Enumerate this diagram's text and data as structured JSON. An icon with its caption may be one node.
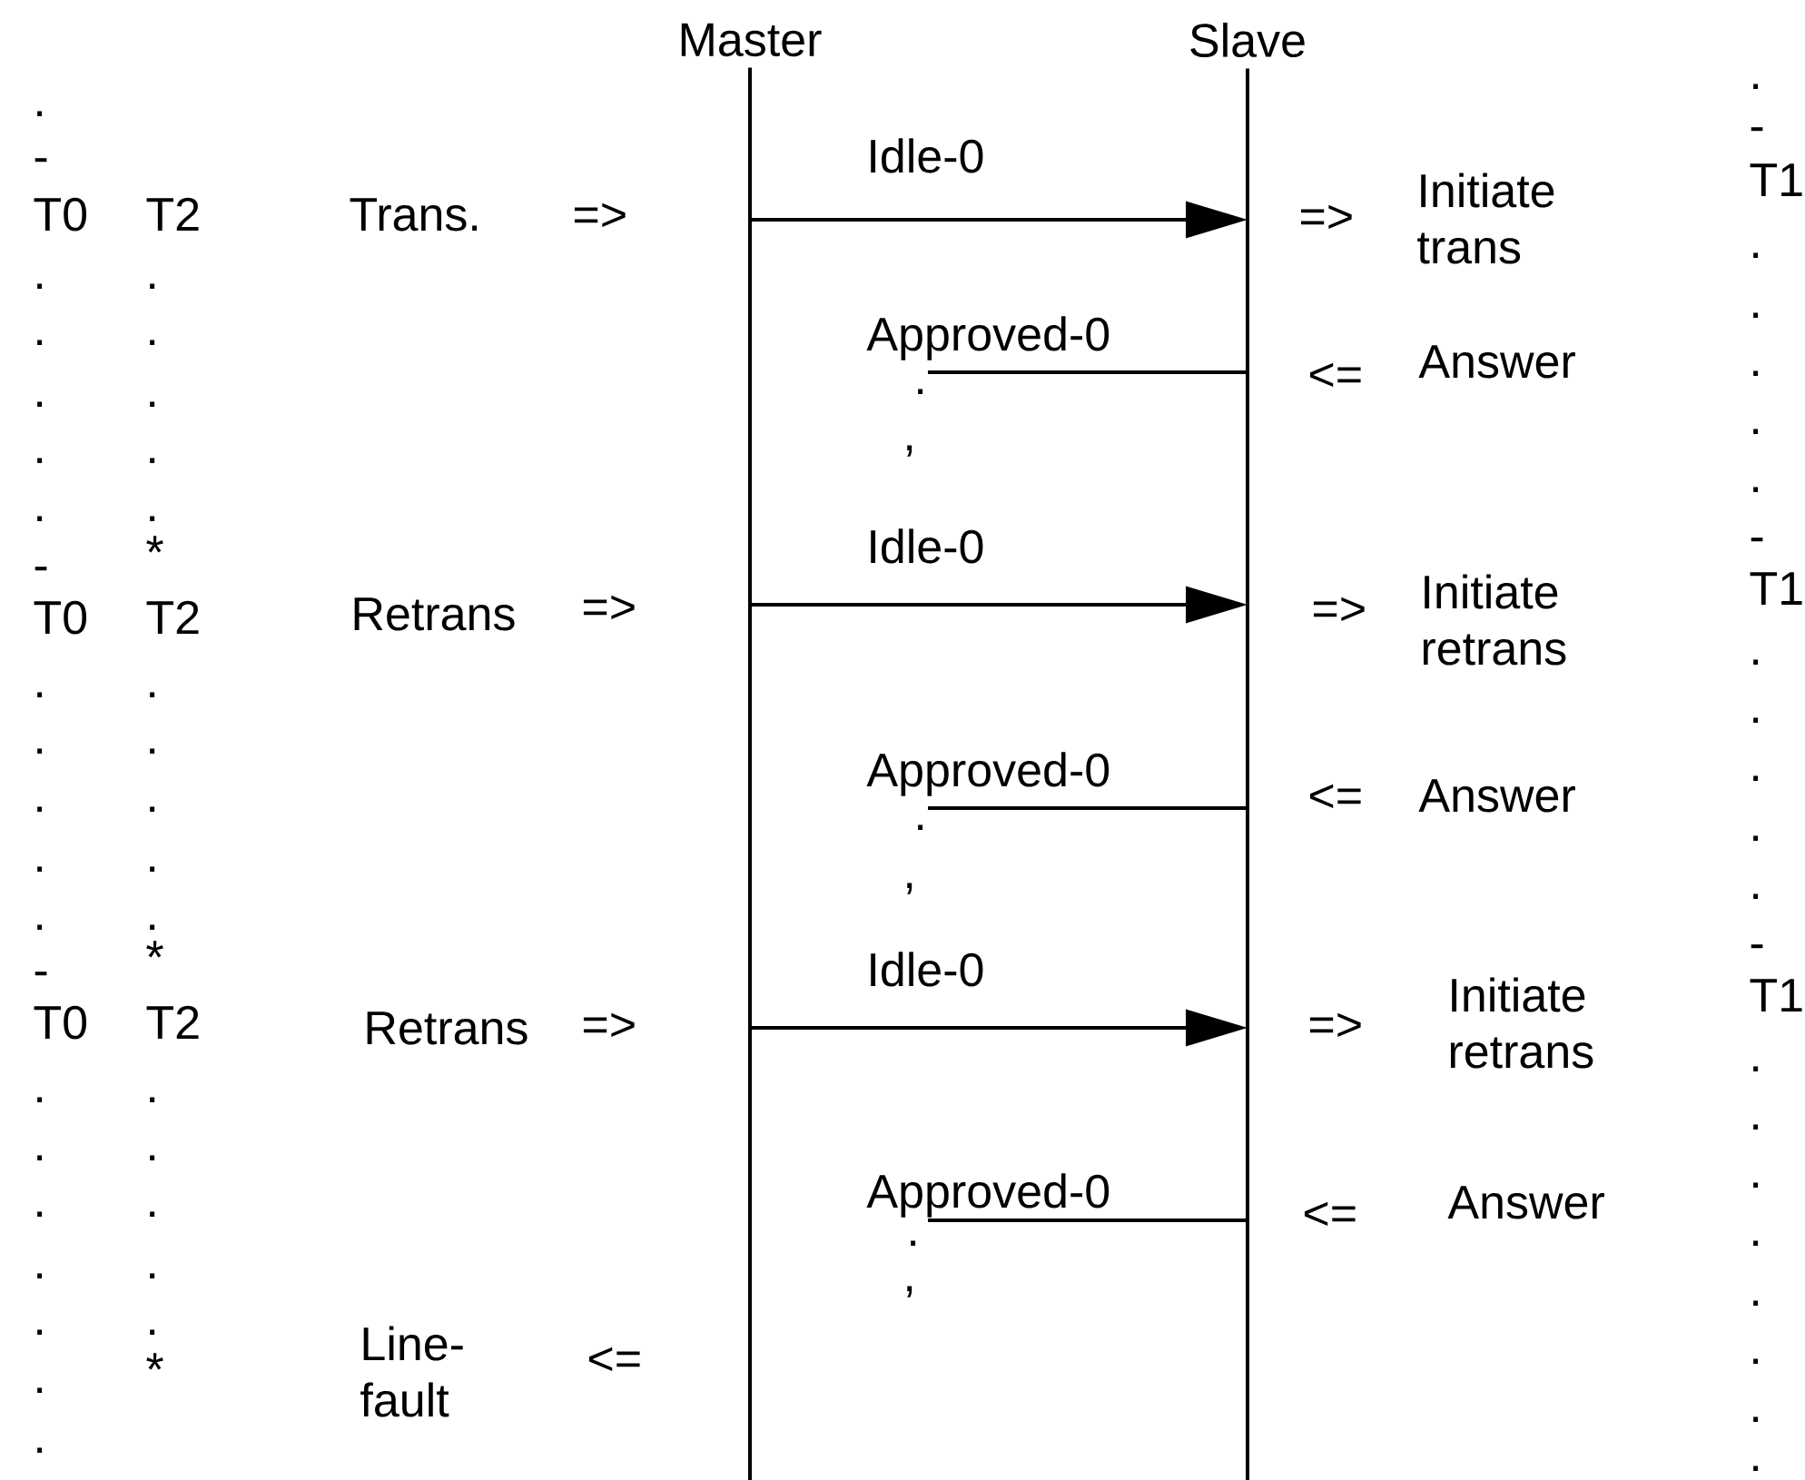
{
  "diagram": {
    "nodes": [
      {
        "text": [
          "Master"
        ]
      },
      {
        "text": [
          "Slave"
        ]
      }
    ],
    "edges": [
      {
        "from": 0,
        "to": 1,
        "arrow": "to",
        "label": "Idle-0"
      },
      {
        "from": 1,
        "to": null,
        "arrow": "none",
        "label": "Approved-0"
      },
      {
        "from": 0,
        "to": 1,
        "arrow": "to",
        "label": "Idle-0"
      },
      {
        "from": 1,
        "to": null,
        "arrow": "none",
        "label": "Approved-0"
      },
      {
        "from": 0,
        "to": 1,
        "arrow": "to",
        "label": "Idle-0"
      },
      {
        "from": 1,
        "to": null,
        "arrow": "none",
        "label": "Approved-0"
      }
    ],
    "labels": [
      ".",
      "-",
      "T0",
      ".",
      ".",
      ".",
      ".",
      ".",
      "-",
      "T0",
      ".",
      ".",
      ".",
      ".",
      ".",
      "-",
      "T0",
      ".",
      ".",
      ".",
      ".",
      ".",
      ".",
      ".",
      "T2",
      ".",
      ".",
      ".",
      ".",
      ".",
      "*",
      "T2",
      ".",
      ".",
      ".",
      ".",
      ".",
      "*",
      "T2",
      ".",
      ".",
      ".",
      ".",
      ".",
      "*",
      "Trans.",
      "=>",
      "Retrans",
      "=>",
      "Retrans",
      "=>",
      "Line- fault",
      "<=",
      ".",
      ",",
      ".",
      ",",
      ".",
      ",",
      "=>",
      "Initiate trans",
      "<=",
      "Answer",
      "=>",
      "Initiate retrans",
      "<=",
      "Answer",
      "=>",
      "Initiate retrans",
      "<=",
      "Answer",
      ".",
      "-",
      "T1",
      ".",
      ".",
      ".",
      ".",
      ".",
      "-",
      "T1",
      ".",
      ".",
      ".",
      ".",
      ".",
      "-",
      "T1",
      ".",
      ".",
      ".",
      ".",
      ".",
      ".",
      ".",
      "."
    ]
  }
}
